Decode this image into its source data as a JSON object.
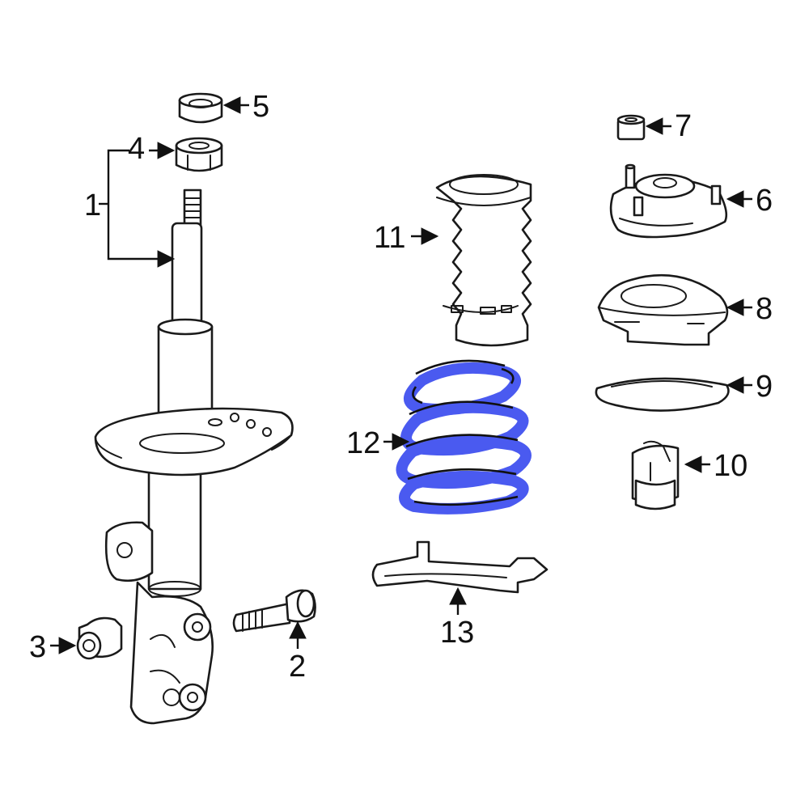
{
  "colors": {
    "highlight": "#3344dd",
    "line": "#1a1a1a",
    "background": "#ffffff"
  },
  "highlighted_part": "12",
  "callouts": [
    {
      "id": "c1",
      "label": "1"
    },
    {
      "id": "c2",
      "label": "2"
    },
    {
      "id": "c3",
      "label": "3"
    },
    {
      "id": "c4",
      "label": "4"
    },
    {
      "id": "c5",
      "label": "5"
    },
    {
      "id": "c6",
      "label": "6"
    },
    {
      "id": "c7",
      "label": "7"
    },
    {
      "id": "c8",
      "label": "8"
    },
    {
      "id": "c9",
      "label": "9"
    },
    {
      "id": "c10",
      "label": "10"
    },
    {
      "id": "c11",
      "label": "11"
    },
    {
      "id": "c12",
      "label": "12"
    },
    {
      "id": "c13",
      "label": "13"
    }
  ]
}
